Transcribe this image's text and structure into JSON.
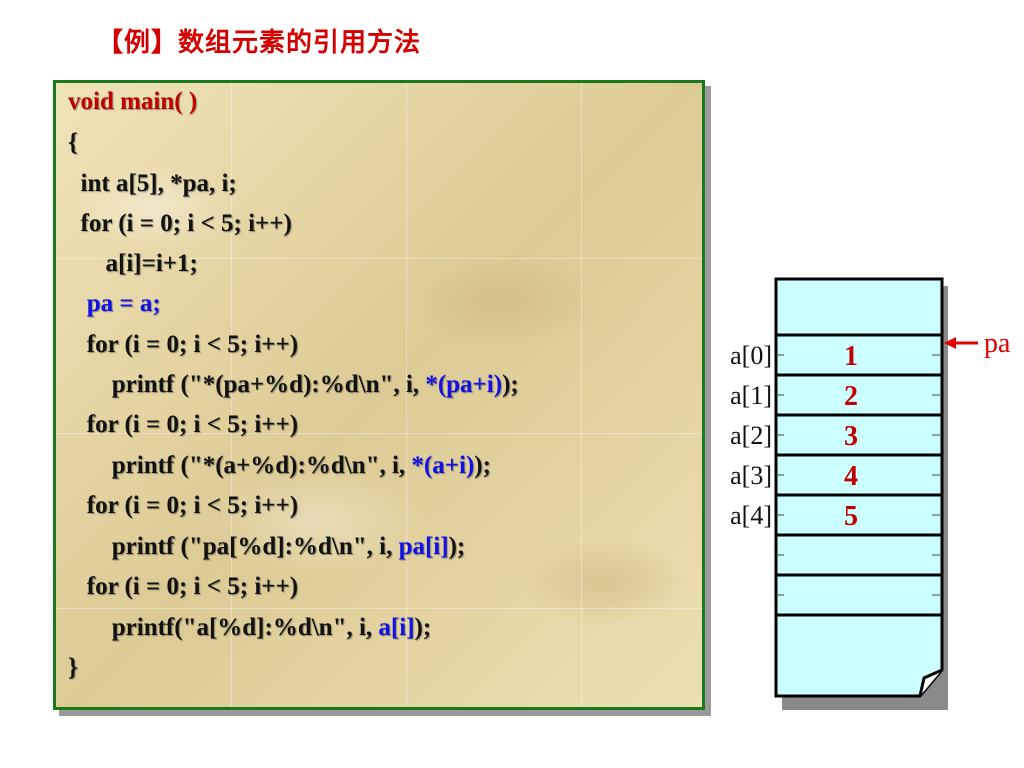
{
  "title": "【例】数组元素的引用方法",
  "code": {
    "lines": [
      {
        "parts": [
          {
            "text": "void main( )",
            "style": "red"
          }
        ]
      },
      {
        "parts": [
          {
            "text": "{",
            "style": "normal"
          }
        ]
      },
      {
        "parts": [
          {
            "text": "  int a[5], *pa, i;",
            "style": "normal"
          }
        ]
      },
      {
        "parts": [
          {
            "text": "  for (i = 0; i < 5; i++)",
            "style": "normal"
          }
        ]
      },
      {
        "parts": [
          {
            "text": "      a[i]=i+1;",
            "style": "normal"
          }
        ]
      },
      {
        "parts": [
          {
            "text": "   pa = a;",
            "style": "blue"
          }
        ]
      },
      {
        "parts": [
          {
            "text": "   for (i = 0; i < 5; i++)",
            "style": "normal"
          }
        ]
      },
      {
        "parts": [
          {
            "text": "       printf (\"*(pa+%d):%d\\n\", i, ",
            "style": "normal"
          },
          {
            "text": "*(pa+i)",
            "style": "blue"
          },
          {
            "text": ");",
            "style": "normal"
          }
        ]
      },
      {
        "parts": [
          {
            "text": "   for (i = 0; i < 5; i++)",
            "style": "normal"
          }
        ]
      },
      {
        "parts": [
          {
            "text": "       printf (\"*(a+%d):%d\\n\", i, ",
            "style": "normal"
          },
          {
            "text": "*(a+i)",
            "style": "blue"
          },
          {
            "text": ");",
            "style": "normal"
          }
        ]
      },
      {
        "parts": [
          {
            "text": "   for (i = 0; i < 5; i++)",
            "style": "normal"
          }
        ]
      },
      {
        "parts": [
          {
            "text": "       printf (\"pa[%d]:%d\\n\", i, ",
            "style": "normal"
          },
          {
            "text": "pa[i]",
            "style": "blue"
          },
          {
            "text": ");",
            "style": "normal"
          }
        ]
      },
      {
        "parts": [
          {
            "text": "   for (i = 0; i < 5; i++)",
            "style": "normal"
          }
        ]
      },
      {
        "parts": [
          {
            "text": "       printf(\"a[%d]:%d\\n\", i, ",
            "style": "normal"
          },
          {
            "text": "a[i]",
            "style": "blue"
          },
          {
            "text": ");",
            "style": "normal"
          }
        ]
      },
      {
        "parts": [
          {
            "text": "}",
            "style": "normal"
          }
        ]
      }
    ]
  },
  "memory": {
    "pointer_label": "pa",
    "cells": [
      {
        "label": "a[0]",
        "value": "1"
      },
      {
        "label": "a[1]",
        "value": "2"
      },
      {
        "label": "a[2]",
        "value": "3"
      },
      {
        "label": "a[3]",
        "value": "4"
      },
      {
        "label": "a[4]",
        "value": "5"
      },
      {
        "label": "",
        "value": ""
      },
      {
        "label": "",
        "value": ""
      }
    ]
  },
  "colors": {
    "title": "#d40000",
    "keyword_red": "#c00000",
    "highlight_blue": "#1010e8",
    "panel_border": "#1a7a1a",
    "memory_fill": "#ccffff",
    "value_red": "#c00000",
    "arrow_red": "#e00000"
  }
}
